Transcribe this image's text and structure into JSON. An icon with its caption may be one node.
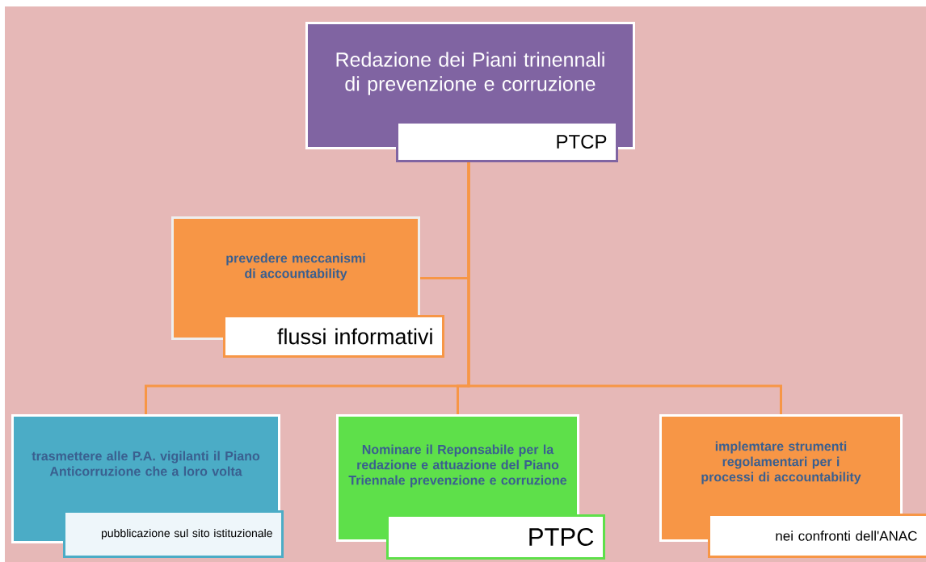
{
  "diagram": {
    "nodes": [
      {
        "text": [
          "Redazione dei Piani trinennali di prevenzione e corruzione"
        ]
      },
      {
        "text": [
          "PTCP"
        ]
      },
      {
        "text": [
          "prevedere meccanismi di accountability"
        ]
      },
      {
        "text": [
          "flussi informativi"
        ]
      },
      {
        "text": [
          "trasmettere alle P.A. vigilanti il Piano Anticorruzione che a loro volta"
        ]
      },
      {
        "text": [
          "pubblicazione sul sito istituzionale"
        ]
      },
      {
        "text": [
          "Nominare il Reponsabile per la redazione e attuazione del Piano Triennale prevenzione e corruzione"
        ]
      },
      {
        "text": [
          "PTPC"
        ]
      },
      {
        "text": [
          "implemtare strumenti regolamentari per i processi di accountability"
        ]
      },
      {
        "text": [
          "nei confronti dell'ANAC"
        ]
      }
    ],
    "edges": [
      {
        "from": 1,
        "to": 2,
        "arrow": "none"
      },
      {
        "from": 1,
        "to": 4,
        "arrow": "none"
      },
      {
        "from": 1,
        "to": 6,
        "arrow": "none"
      },
      {
        "from": 1,
        "to": 8,
        "arrow": "none"
      }
    ]
  }
}
